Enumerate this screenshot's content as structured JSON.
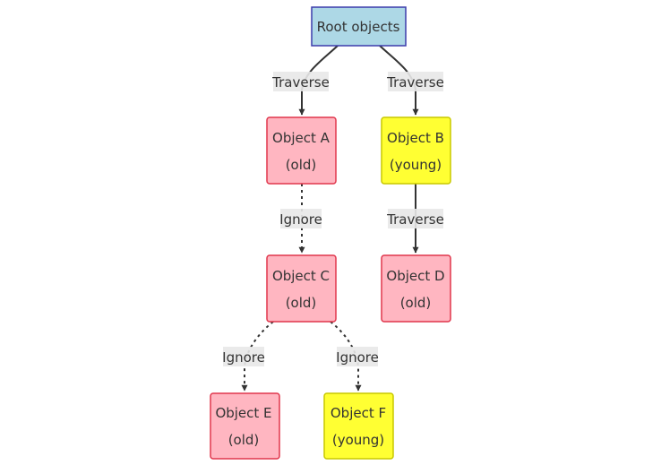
{
  "colors": {
    "root_fill": "#add8e6",
    "root_stroke": "#3b3bab",
    "old_fill": "#ffb6c1",
    "old_stroke": "#e0364c",
    "young_fill": "#ffff33",
    "young_stroke": "#c8c800",
    "edge": "#333333",
    "label_bg": "#e8e8e8"
  },
  "nodes": {
    "root": {
      "line1": "Root objects"
    },
    "a": {
      "line1": "Object A",
      "line2": "(old)",
      "kind": "old"
    },
    "b": {
      "line1": "Object B",
      "line2": "(young)",
      "kind": "young"
    },
    "c": {
      "line1": "Object C",
      "line2": "(old)",
      "kind": "old"
    },
    "d": {
      "line1": "Object D",
      "line2": "(old)",
      "kind": "old"
    },
    "e": {
      "line1": "Object E",
      "line2": "(old)",
      "kind": "old"
    },
    "f": {
      "line1": "Object F",
      "line2": "(young)",
      "kind": "young"
    }
  },
  "edges": {
    "root_a": {
      "label": "Traverse",
      "style": "solid"
    },
    "root_b": {
      "label": "Traverse",
      "style": "solid"
    },
    "a_c": {
      "label": "Ignore",
      "style": "dotted"
    },
    "b_d": {
      "label": "Traverse",
      "style": "solid"
    },
    "c_e": {
      "label": "Ignore",
      "style": "dotted"
    },
    "c_f": {
      "label": "Ignore",
      "style": "dotted"
    }
  }
}
